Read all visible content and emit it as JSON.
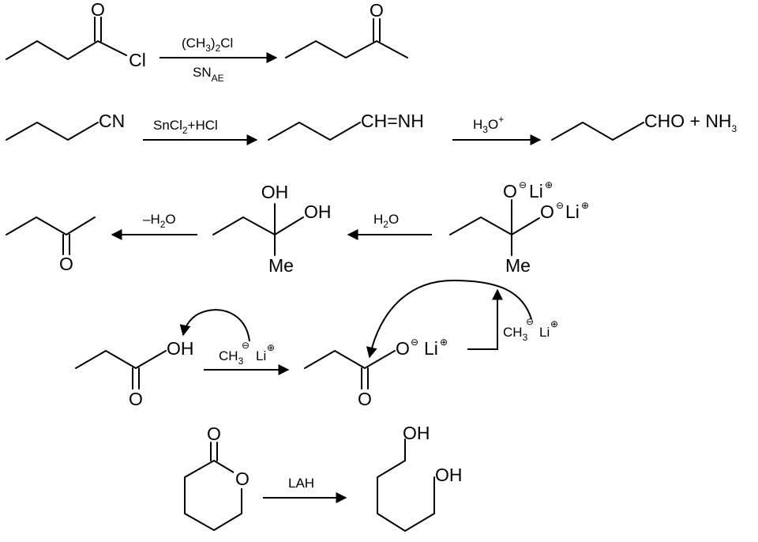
{
  "reactions": {
    "r1": {
      "reactant": {
        "o": "O",
        "cl": "Cl"
      },
      "reagent_top": {
        "pre": "(CH",
        "sub": "3",
        "post": ")",
        "sub2": "2",
        "tail": "Cl"
      },
      "reagent_bottom": {
        "main": "SN",
        "sub": "AE"
      },
      "product": {
        "o": "O"
      }
    },
    "r2": {
      "reactant": {
        "cn": "CN"
      },
      "reagent1": {
        "pre": "SnCl",
        "sub": "2",
        "post": "+HCl"
      },
      "intermediate": {
        "label": "CH=NH"
      },
      "reagent2": {
        "pre": "H",
        "sub": "3",
        "post": "O",
        "sup": "+"
      },
      "product": {
        "main": "CHO + NH",
        "sub": "3"
      }
    },
    "r3": {
      "reagent1": {
        "pre": "–H",
        "sub": "2",
        "post": "O"
      },
      "product": {
        "o": "O"
      },
      "diol": {
        "oh_top": "OH",
        "oh_right": "OH",
        "me": "Me"
      },
      "reagent2": {
        "pre": "H",
        "sub": "2",
        "post": "O"
      },
      "dianion": {
        "o1": "O",
        "li1": "Li",
        "o2": "O",
        "li2": "Li",
        "me": "Me",
        "minus": "⊖",
        "plus": "⊕"
      }
    },
    "r4": {
      "acid": {
        "oh": "OH",
        "o": "O"
      },
      "reagent": {
        "pre": "CH",
        "sub": "3",
        "minus": "⊖",
        "li": "Li",
        "plus": "⊕"
      },
      "carboxylate": {
        "o": "O",
        "minus": "⊖",
        "li": "Li",
        "plus": "⊕",
        "o_bottom": "O"
      },
      "second_reagent": {
        "pre": "CH",
        "sub": "3",
        "minus": "⊖",
        "li": "Li",
        "plus": "⊕"
      }
    },
    "r5": {
      "lactone": {
        "o_carbonyl": "O",
        "o_ring": "O"
      },
      "reagent": "LAH",
      "diol": {
        "oh_top": "OH",
        "oh_right": "OH"
      }
    }
  }
}
